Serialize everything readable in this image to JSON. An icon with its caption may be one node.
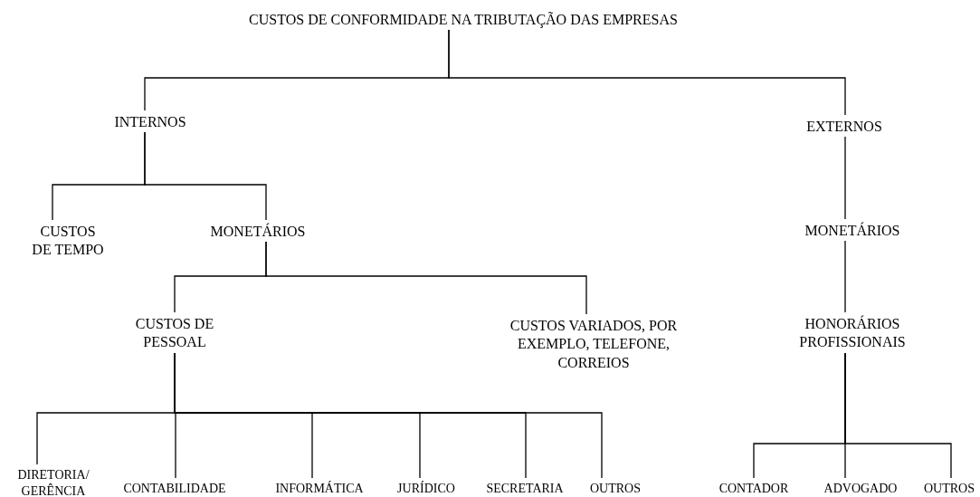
{
  "diagram": {
    "nodes": [
      {
        "text": [
          "CUSTOS DE CONFORMIDADE NA TRIBUTAÇÃO DAS EMPRESAS"
        ]
      },
      {
        "text": [
          "INTERNOS"
        ]
      },
      {
        "text": [
          "EXTERNOS"
        ]
      },
      {
        "text": [
          "CUSTOS DE TEMPO"
        ]
      },
      {
        "text": [
          "MONETÁRIOS"
        ]
      },
      {
        "text": [
          "MONETÁRIOS"
        ]
      },
      {
        "text": [
          "CUSTOS DE PESSOAL"
        ]
      },
      {
        "text": [
          "CUSTOS VARIADOS, POR EXEMPLO, TELEFONE, CORREIOS"
        ]
      },
      {
        "text": [
          "HONORÁRIOS PROFISSIONAIS"
        ]
      },
      {
        "text": [
          "DIRETORIA/ GERÊNCIA"
        ]
      },
      {
        "text": [
          "CONTABILIDADE"
        ]
      },
      {
        "text": [
          "INFORMÁTICA"
        ]
      },
      {
        "text": [
          "JURÍDICO"
        ]
      },
      {
        "text": [
          "SECRETARIA"
        ]
      },
      {
        "text": [
          "OUTROS"
        ]
      },
      {
        "text": [
          "CONTADOR"
        ]
      },
      {
        "text": [
          "ADVOGADO"
        ]
      },
      {
        "text": [
          "OUTROS"
        ]
      }
    ],
    "edges": [
      {
        "from": 0,
        "to": 1,
        "arrow": "none"
      },
      {
        "from": 0,
        "to": 2,
        "arrow": "none"
      },
      {
        "from": 1,
        "to": 3,
        "arrow": "none"
      },
      {
        "from": 1,
        "to": 4,
        "arrow": "none"
      },
      {
        "from": 2,
        "to": 5,
        "arrow": "none"
      },
      {
        "from": 4,
        "to": 6,
        "arrow": "none"
      },
      {
        "from": 4,
        "to": 7,
        "arrow": "none"
      },
      {
        "from": 5,
        "to": 8,
        "arrow": "none"
      },
      {
        "from": 6,
        "to": 9,
        "arrow": "none"
      },
      {
        "from": 6,
        "to": 10,
        "arrow": "none"
      },
      {
        "from": 6,
        "to": 11,
        "arrow": "none"
      },
      {
        "from": 6,
        "to": 12,
        "arrow": "none"
      },
      {
        "from": 6,
        "to": 13,
        "arrow": "none"
      },
      {
        "from": 6,
        "to": 14,
        "arrow": "none"
      },
      {
        "from": 8,
        "to": 15,
        "arrow": "none"
      },
      {
        "from": 8,
        "to": 16,
        "arrow": "none"
      },
      {
        "from": 8,
        "to": 17,
        "arrow": "none"
      }
    ]
  }
}
